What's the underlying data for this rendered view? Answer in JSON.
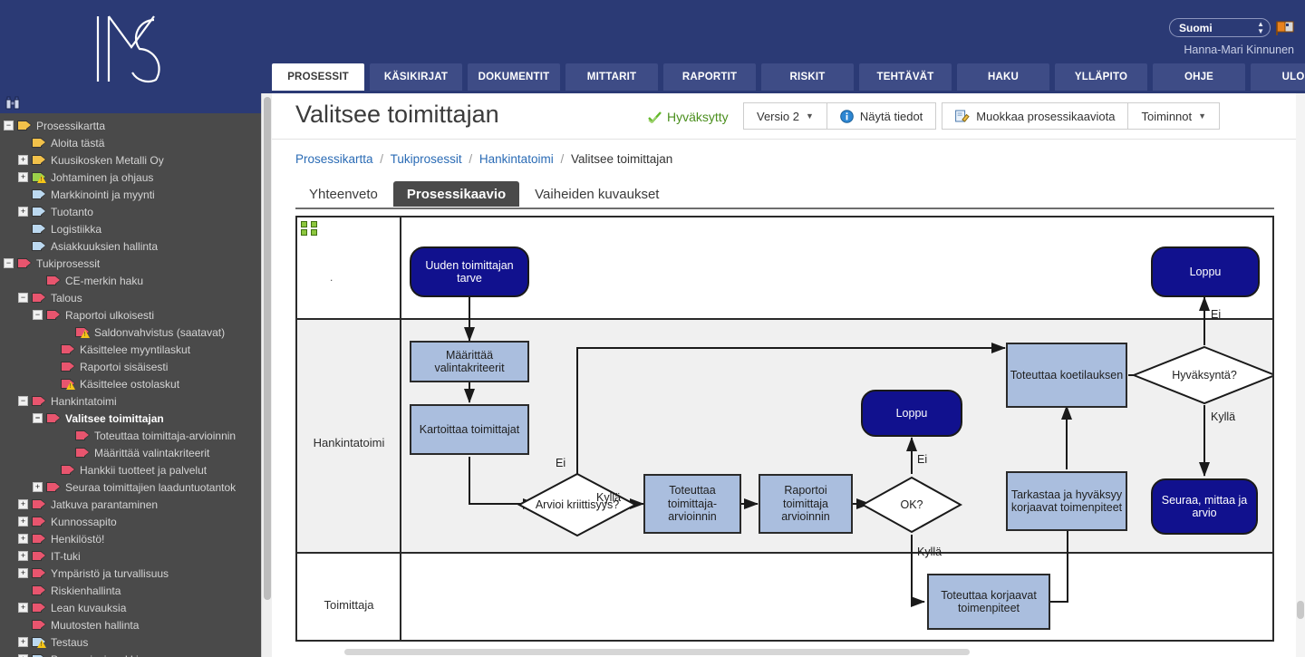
{
  "header": {
    "logo_text": "IMS",
    "language": {
      "value": "Suomi",
      "icon": "flag-icon"
    },
    "user": "Hanna-Mari Kinnunen",
    "nav_tabs": [
      {
        "label": "PROSESSIT",
        "active": true
      },
      {
        "label": "KÄSIKIRJAT",
        "active": false
      },
      {
        "label": "DOKUMENTIT",
        "active": false
      },
      {
        "label": "MITTARIT",
        "active": false
      },
      {
        "label": "RAPORTIT",
        "active": false
      },
      {
        "label": "RISKIT",
        "active": false
      },
      {
        "label": "TEHTÄVÄT",
        "active": false
      },
      {
        "label": "HAKU",
        "active": false
      },
      {
        "label": "YLLÄPITO",
        "active": false
      },
      {
        "label": "OHJE",
        "active": false
      },
      {
        "label": "ULOS",
        "active": false
      }
    ]
  },
  "sidebar": {
    "toolbar_icon": "binoculars-icon",
    "items": [
      {
        "label": "Prosessikartta",
        "indent": 0,
        "toggle": "minus",
        "color": "yellow",
        "warn": false,
        "selected": false
      },
      {
        "label": "Aloita tästä",
        "indent": 1,
        "toggle": "none",
        "color": "yellow",
        "warn": false,
        "selected": false
      },
      {
        "label": "Kuusikosken Metalli Oy",
        "indent": 1,
        "toggle": "plus",
        "color": "yellow",
        "warn": false,
        "selected": false
      },
      {
        "label": "Johtaminen ja ohjaus",
        "indent": 1,
        "toggle": "plus",
        "color": "green",
        "warn": true,
        "selected": false
      },
      {
        "label": "Markkinointi ja myynti",
        "indent": 1,
        "toggle": "none",
        "color": "blue",
        "warn": false,
        "selected": false
      },
      {
        "label": "Tuotanto",
        "indent": 1,
        "toggle": "plus",
        "color": "blue",
        "warn": false,
        "selected": false
      },
      {
        "label": "Logistiikka",
        "indent": 1,
        "toggle": "none",
        "color": "blue",
        "warn": false,
        "selected": false
      },
      {
        "label": "Asiakkuuksien hallinta",
        "indent": 1,
        "toggle": "none",
        "color": "blue",
        "warn": false,
        "selected": false
      },
      {
        "label": "Tukiprosessit",
        "indent": 0,
        "toggle": "minus",
        "color": "pink",
        "warn": false,
        "selected": false
      },
      {
        "label": "CE-merkin haku",
        "indent": 2,
        "toggle": "none",
        "color": "pink",
        "warn": false,
        "selected": false
      },
      {
        "label": "Talous",
        "indent": 1,
        "toggle": "minus",
        "color": "pink",
        "warn": false,
        "selected": false
      },
      {
        "label": "Raportoi ulkoisesti",
        "indent": 2,
        "toggle": "minus",
        "color": "pink",
        "warn": false,
        "selected": false
      },
      {
        "label": "Saldonvahvistus (saatavat)",
        "indent": 4,
        "toggle": "none",
        "color": "pink",
        "warn": true,
        "selected": false
      },
      {
        "label": "Käsittelee myyntilaskut",
        "indent": 3,
        "toggle": "none",
        "color": "pink",
        "warn": false,
        "selected": false
      },
      {
        "label": "Raportoi sisäisesti",
        "indent": 3,
        "toggle": "none",
        "color": "pink",
        "warn": false,
        "selected": false
      },
      {
        "label": "Käsittelee ostolaskut",
        "indent": 3,
        "toggle": "none",
        "color": "pink",
        "warn": true,
        "selected": false
      },
      {
        "label": "Hankintatoimi",
        "indent": 1,
        "toggle": "minus",
        "color": "pink",
        "warn": false,
        "selected": false
      },
      {
        "label": "Valitsee toimittajan",
        "indent": 2,
        "toggle": "minus",
        "color": "pink",
        "warn": false,
        "selected": true
      },
      {
        "label": "Toteuttaa toimittaja-arvioinnin",
        "indent": 4,
        "toggle": "none",
        "color": "pink",
        "warn": false,
        "selected": false
      },
      {
        "label": "Määrittää valintakriteerit",
        "indent": 4,
        "toggle": "none",
        "color": "pink",
        "warn": false,
        "selected": false
      },
      {
        "label": "Hankkii tuotteet ja palvelut",
        "indent": 3,
        "toggle": "none",
        "color": "pink",
        "warn": false,
        "selected": false
      },
      {
        "label": "Seuraa toimittajien laaduntuotantok",
        "indent": 2,
        "toggle": "plus",
        "color": "pink",
        "warn": false,
        "selected": false
      },
      {
        "label": "Jatkuva parantaminen",
        "indent": 1,
        "toggle": "plus",
        "color": "pink",
        "warn": false,
        "selected": false
      },
      {
        "label": "Kunnossapito",
        "indent": 1,
        "toggle": "plus",
        "color": "pink",
        "warn": false,
        "selected": false
      },
      {
        "label": "Henkilöstö!",
        "indent": 1,
        "toggle": "plus",
        "color": "pink",
        "warn": false,
        "selected": false
      },
      {
        "label": "IT-tuki",
        "indent": 1,
        "toggle": "plus",
        "color": "pink",
        "warn": false,
        "selected": false
      },
      {
        "label": "Ympäristö ja turvallisuus",
        "indent": 1,
        "toggle": "plus",
        "color": "pink",
        "warn": false,
        "selected": false
      },
      {
        "label": "Riskienhallinta",
        "indent": 1,
        "toggle": "none",
        "color": "pink",
        "warn": false,
        "selected": false
      },
      {
        "label": "Lean kuvauksia",
        "indent": 1,
        "toggle": "plus",
        "color": "pink",
        "warn": false,
        "selected": false
      },
      {
        "label": "Muutosten hallinta",
        "indent": 1,
        "toggle": "none",
        "color": "pink",
        "warn": false,
        "selected": false
      },
      {
        "label": "Testaus",
        "indent": 1,
        "toggle": "plus",
        "color": "cyan",
        "warn": true,
        "selected": false
      },
      {
        "label": "Prosessiesimerkki",
        "indent": 1,
        "toggle": "plus",
        "color": "cyan",
        "warn": false,
        "selected": false
      }
    ]
  },
  "page": {
    "title": "Valitsee toimittajan",
    "status": {
      "label": "Hyväksytty",
      "icon": "check-icon",
      "color": "#4b8f1e"
    },
    "version_button": {
      "label": "Versio 2",
      "caret": "▼"
    },
    "info_button": {
      "label": "Näytä tiedot",
      "icon": "info-icon"
    },
    "edit_button": {
      "label": "Muokkaa prosessikaaviota",
      "icon": "edit-icon"
    },
    "actions_button": {
      "label": "Toiminnot",
      "caret": "▼"
    },
    "breadcrumb": [
      {
        "label": "Prosessikartta",
        "link": true
      },
      {
        "label": "Tukiprosessit",
        "link": true
      },
      {
        "label": "Hankintatoimi",
        "link": true
      },
      {
        "label": "Valitsee toimittajan",
        "link": false
      }
    ],
    "sub_tabs": [
      {
        "label": "Yhteenveto",
        "active": false
      },
      {
        "label": "Prosessikaavio",
        "active": true
      },
      {
        "label": "Vaiheiden kuvaukset",
        "active": false
      }
    ]
  },
  "diagram": {
    "type": "flowchart",
    "lanes": [
      {
        "label": "",
        "shade": "white"
      },
      {
        "label": "Hankintatoimi",
        "shade": "gray"
      },
      {
        "label": "Toimittaja",
        "shade": "white"
      }
    ],
    "nodes": [
      {
        "id": "n1",
        "label": "Uuden toimittajan tarve",
        "shape": "terminator",
        "lane": 0
      },
      {
        "id": "n2",
        "label": "Loppu",
        "shape": "terminator",
        "lane": 0
      },
      {
        "id": "n3",
        "label": "Määrittää valintakriteerit",
        "shape": "process",
        "lane": 1
      },
      {
        "id": "n4",
        "label": "Kartoittaa toimittajat",
        "shape": "process",
        "lane": 1
      },
      {
        "id": "n5",
        "label": "Arvioi kriittisyys?",
        "shape": "decision",
        "lane": 1
      },
      {
        "id": "n6",
        "label": "Toteuttaa toimittaja-arvioinnin",
        "shape": "process",
        "lane": 1
      },
      {
        "id": "n7",
        "label": "Raportoi toimittaja arvioinnin",
        "shape": "process",
        "lane": 1
      },
      {
        "id": "n8",
        "label": "OK?",
        "shape": "decision",
        "lane": 1
      },
      {
        "id": "n9",
        "label": "Loppu",
        "shape": "terminator",
        "lane": 1
      },
      {
        "id": "n10",
        "label": "Toteuttaa koetilauksen",
        "shape": "process",
        "lane": 1
      },
      {
        "id": "n11",
        "label": "Hyväksyntä?",
        "shape": "decision",
        "lane": 1
      },
      {
        "id": "n12",
        "label": "Tarkastaa ja hyväksyy korjaavat toimenpiteet",
        "shape": "process",
        "lane": 1
      },
      {
        "id": "n13",
        "label": "Seuraa, mittaa ja arvio",
        "shape": "terminator",
        "lane": 1
      },
      {
        "id": "n14",
        "label": "Toteuttaa korjaavat toimenpiteet",
        "shape": "process",
        "lane": 2
      }
    ],
    "edge_labels": [
      {
        "text": "Ei",
        "from": "n5",
        "to": "n10"
      },
      {
        "text": "Kyllä",
        "from": "n5",
        "to": "n6"
      },
      {
        "text": "Ei",
        "from": "n8",
        "to": "n9"
      },
      {
        "text": "Kyllä",
        "from": "n8",
        "to": "n14"
      },
      {
        "text": "Ei",
        "from": "n11",
        "to": "n2"
      },
      {
        "text": "Kyllä",
        "from": "n11",
        "to": "n13"
      }
    ],
    "colors": {
      "process_fill": "#aabede",
      "terminator_fill": "#11118e",
      "decision_fill": "#ffffff",
      "stroke": "#2a2a2a",
      "lane_gray": "#f0f0f0"
    },
    "handle_icon": "resize-handle-icon"
  }
}
